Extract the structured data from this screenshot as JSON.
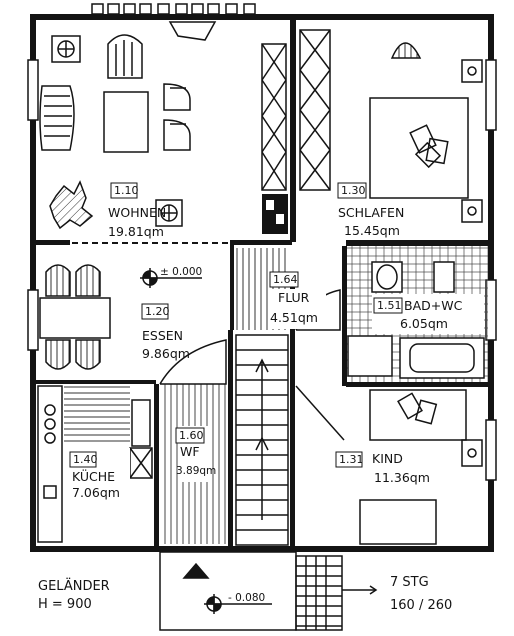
{
  "rooms": [
    {
      "num": "1.10",
      "name": "WOHNEN",
      "area": "19.81qm"
    },
    {
      "num": "1.30",
      "name": "SCHLAFEN",
      "area": "15.45qm"
    },
    {
      "num": "1.20",
      "name": "ESSEN",
      "area": "9.86qm"
    },
    {
      "num": "1.64",
      "name": "FLUR",
      "area": "4.51qm"
    },
    {
      "num": "1.51",
      "name": "BAD+WC",
      "area": "6.05qm"
    },
    {
      "num": "1.31",
      "name": "KIND",
      "area": "11.36qm"
    },
    {
      "num": "1.40",
      "name": "KÜCHE",
      "area": "7.06qm"
    },
    {
      "num": "1.60",
      "name": "WF",
      "area": "3.89qm"
    }
  ],
  "levels": {
    "upper": "± 0.000",
    "lower": "- 0.080"
  },
  "notes": {
    "railing_label": "GELÄNDER",
    "railing_height": "H =  900",
    "stairs_count": "7 STG",
    "stairs_ratio": "160 / 260"
  }
}
